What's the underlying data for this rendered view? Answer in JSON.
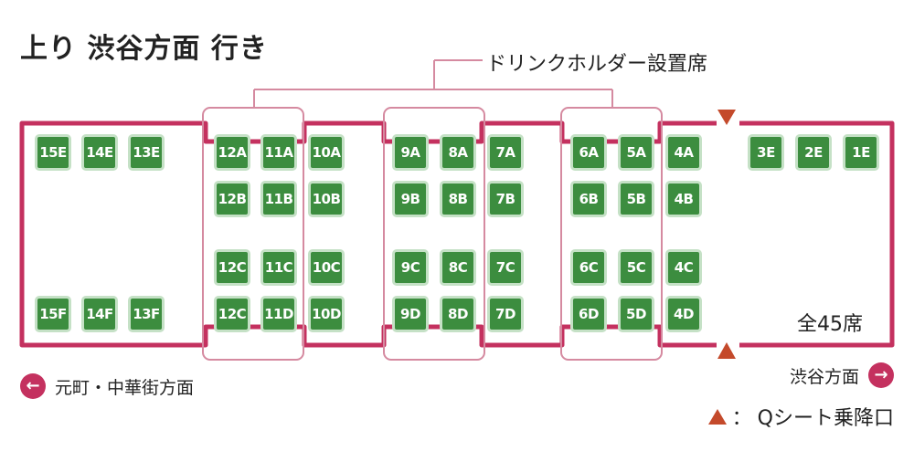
{
  "title": "上り 渋谷方面 行き",
  "drink_holder_label": "ドリンクホルダー設置席",
  "capacity_label": "全45席",
  "direction_left": "元町・中華街方面",
  "direction_right": "渋谷方面",
  "legend": {
    "colon": "：",
    "text": "Qシート乗降口"
  },
  "icons": {
    "left_arrow": "←",
    "right_arrow": "→"
  },
  "colors": {
    "car_outline": "#c4315f",
    "seat_fill": "#3c8d3f",
    "seat_border": "#c5e1c6",
    "holder_highlight": "#d58aa0",
    "door_marker": "#c44a2b"
  },
  "seats": {
    "end_left_top": [
      "15E",
      "14E",
      "13E"
    ],
    "end_left_bottom": [
      "15F",
      "14F",
      "13F"
    ],
    "end_right_top": [
      "3E",
      "2E",
      "1E"
    ],
    "groups": [
      {
        "a": [
          "12A",
          "11A",
          "10A"
        ],
        "b": [
          "12B",
          "11B",
          "10B"
        ],
        "c": [
          "12C",
          "11C",
          "10C"
        ],
        "d": [
          "12C",
          "11D",
          "10D"
        ]
      },
      {
        "a": [
          "9A",
          "8A",
          "7A"
        ],
        "b": [
          "9B",
          "8B",
          "7B"
        ],
        "c": [
          "9C",
          "8C",
          "7C"
        ],
        "d": [
          "9D",
          "8D",
          "7D"
        ]
      },
      {
        "a": [
          "6A",
          "5A",
          "4A"
        ],
        "b": [
          "6B",
          "5B",
          "4B"
        ],
        "c": [
          "6C",
          "5C",
          "4C"
        ],
        "d": [
          "6D",
          "5D",
          "4D"
        ]
      }
    ]
  }
}
